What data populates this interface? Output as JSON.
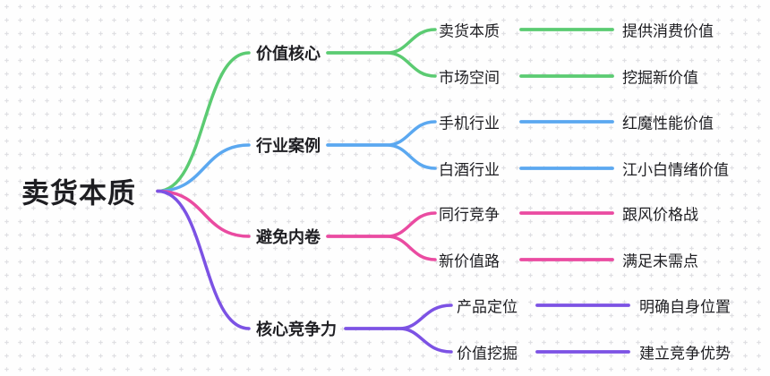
{
  "root": {
    "label": "卖货本质"
  },
  "colors": {
    "green": "#5BCB72",
    "blue": "#5BA8F0",
    "pink": "#EA4BA1",
    "purple": "#7C52E4",
    "text": "#1e1e22",
    "grid_dot": "#dfdfe3",
    "background": "#fefefe"
  },
  "branches": [
    {
      "label": "价值核心",
      "color": "#5BCB72",
      "children": [
        {
          "label": "卖货本质",
          "value": "提供消费价值"
        },
        {
          "label": "市场空间",
          "value": "挖掘新价值"
        }
      ]
    },
    {
      "label": "行业案例",
      "color": "#5BA8F0",
      "children": [
        {
          "label": "手机行业",
          "value": "红魔性能价值"
        },
        {
          "label": "白酒行业",
          "value": "江小白情绪价值"
        }
      ]
    },
    {
      "label": "避免内卷",
      "color": "#EA4BA1",
      "children": [
        {
          "label": "同行竞争",
          "value": "跟风价格战"
        },
        {
          "label": "新价值路",
          "value": "满足未需点"
        }
      ]
    },
    {
      "label": "核心竞争力",
      "color": "#7C52E4",
      "children": [
        {
          "label": "产品定位",
          "value": "明确自身位置"
        },
        {
          "label": "价值挖掘",
          "value": "建立竞争优势"
        }
      ]
    }
  ]
}
